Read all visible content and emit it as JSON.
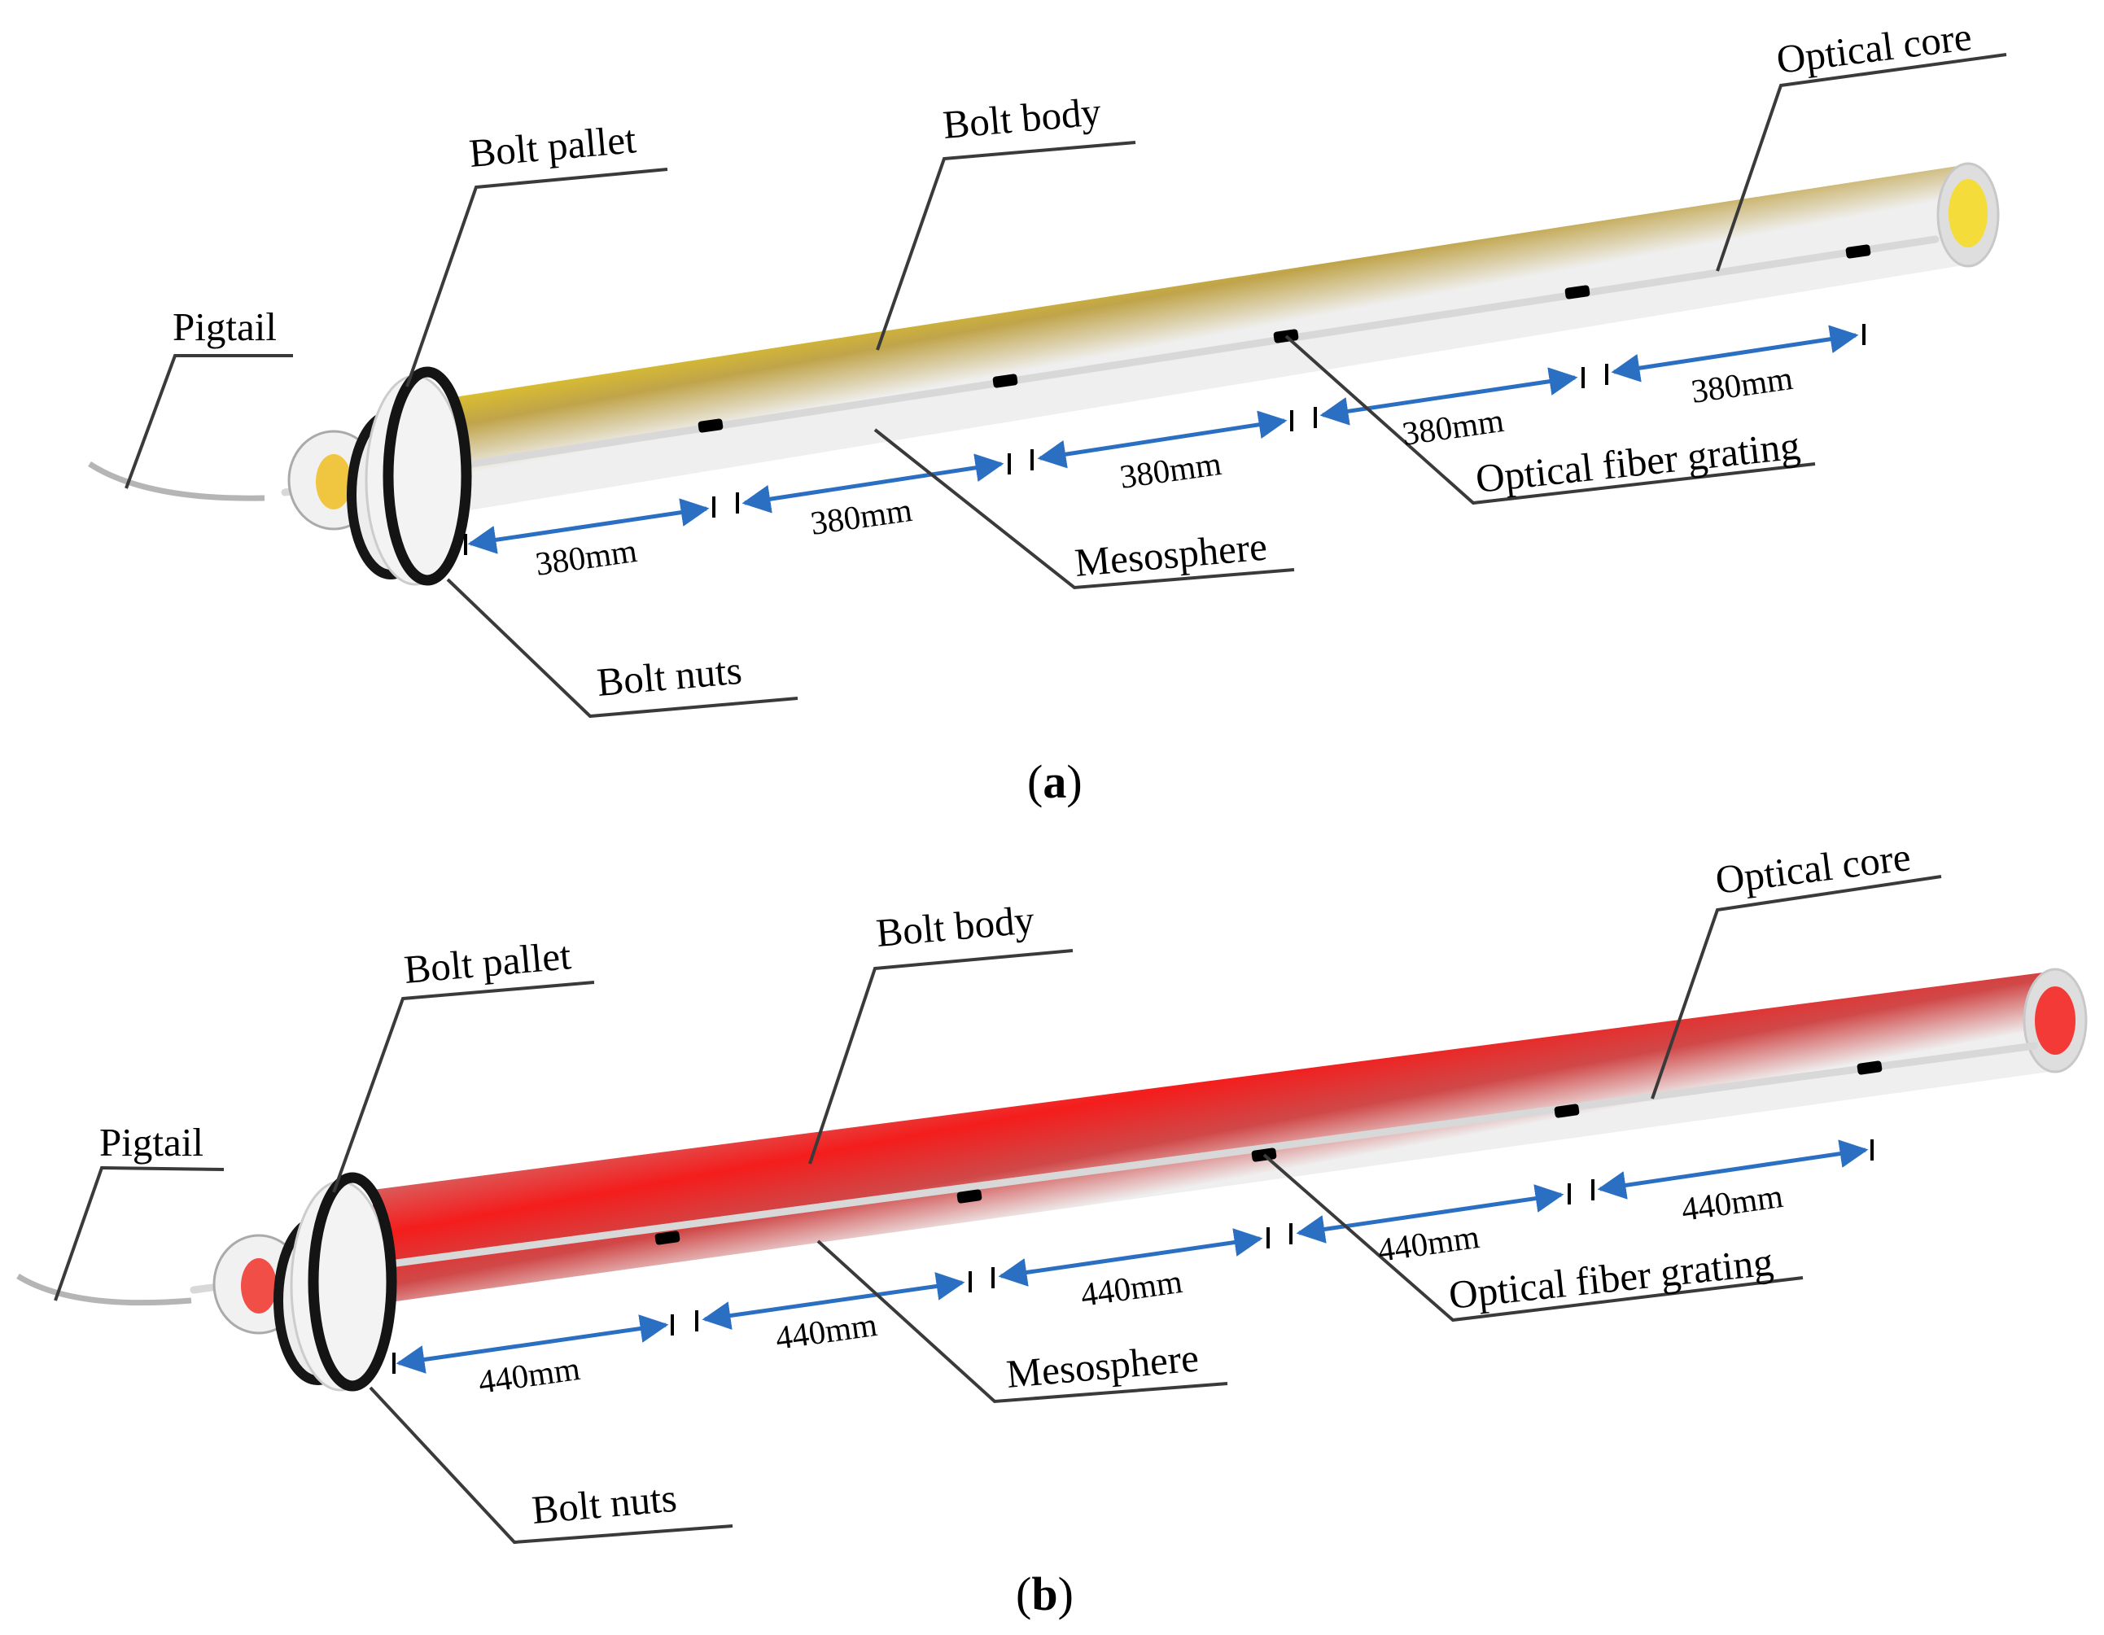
{
  "panels": [
    {
      "id": "a",
      "caption_letter": "a",
      "core_color": "#efc51a",
      "core_color_light": "#f7df6a",
      "labels": {
        "pigtail": "Pigtail",
        "bolt_pallet": "Bolt pallet",
        "bolt_body": "Bolt body",
        "optical_core": "Optical core",
        "optical_fiber_grating": "Optical fiber grating",
        "mesosphere": "Mesosphere",
        "bolt_nuts": "Bolt nuts"
      },
      "spacing_labels": [
        "380mm",
        "380mm",
        "380mm",
        "380mm",
        "380mm"
      ]
    },
    {
      "id": "b",
      "caption_letter": "b",
      "core_color": "#f2211e",
      "core_color_light": "#ff7a74",
      "labels": {
        "pigtail": "Pigtail",
        "bolt_pallet": "Bolt pallet",
        "bolt_body": "Bolt body",
        "optical_core": "Optical core",
        "optical_fiber_grating": "Optical fiber grating",
        "mesosphere": "Mesosphere",
        "bolt_nuts": "Bolt nuts"
      },
      "spacing_labels": [
        "440mm",
        "440mm",
        "440mm",
        "440mm",
        "440mm"
      ]
    }
  ],
  "colors": {
    "dimension_arrow": "#2a6fc2",
    "grating": "#000000",
    "leader": "#3a3a3a"
  }
}
